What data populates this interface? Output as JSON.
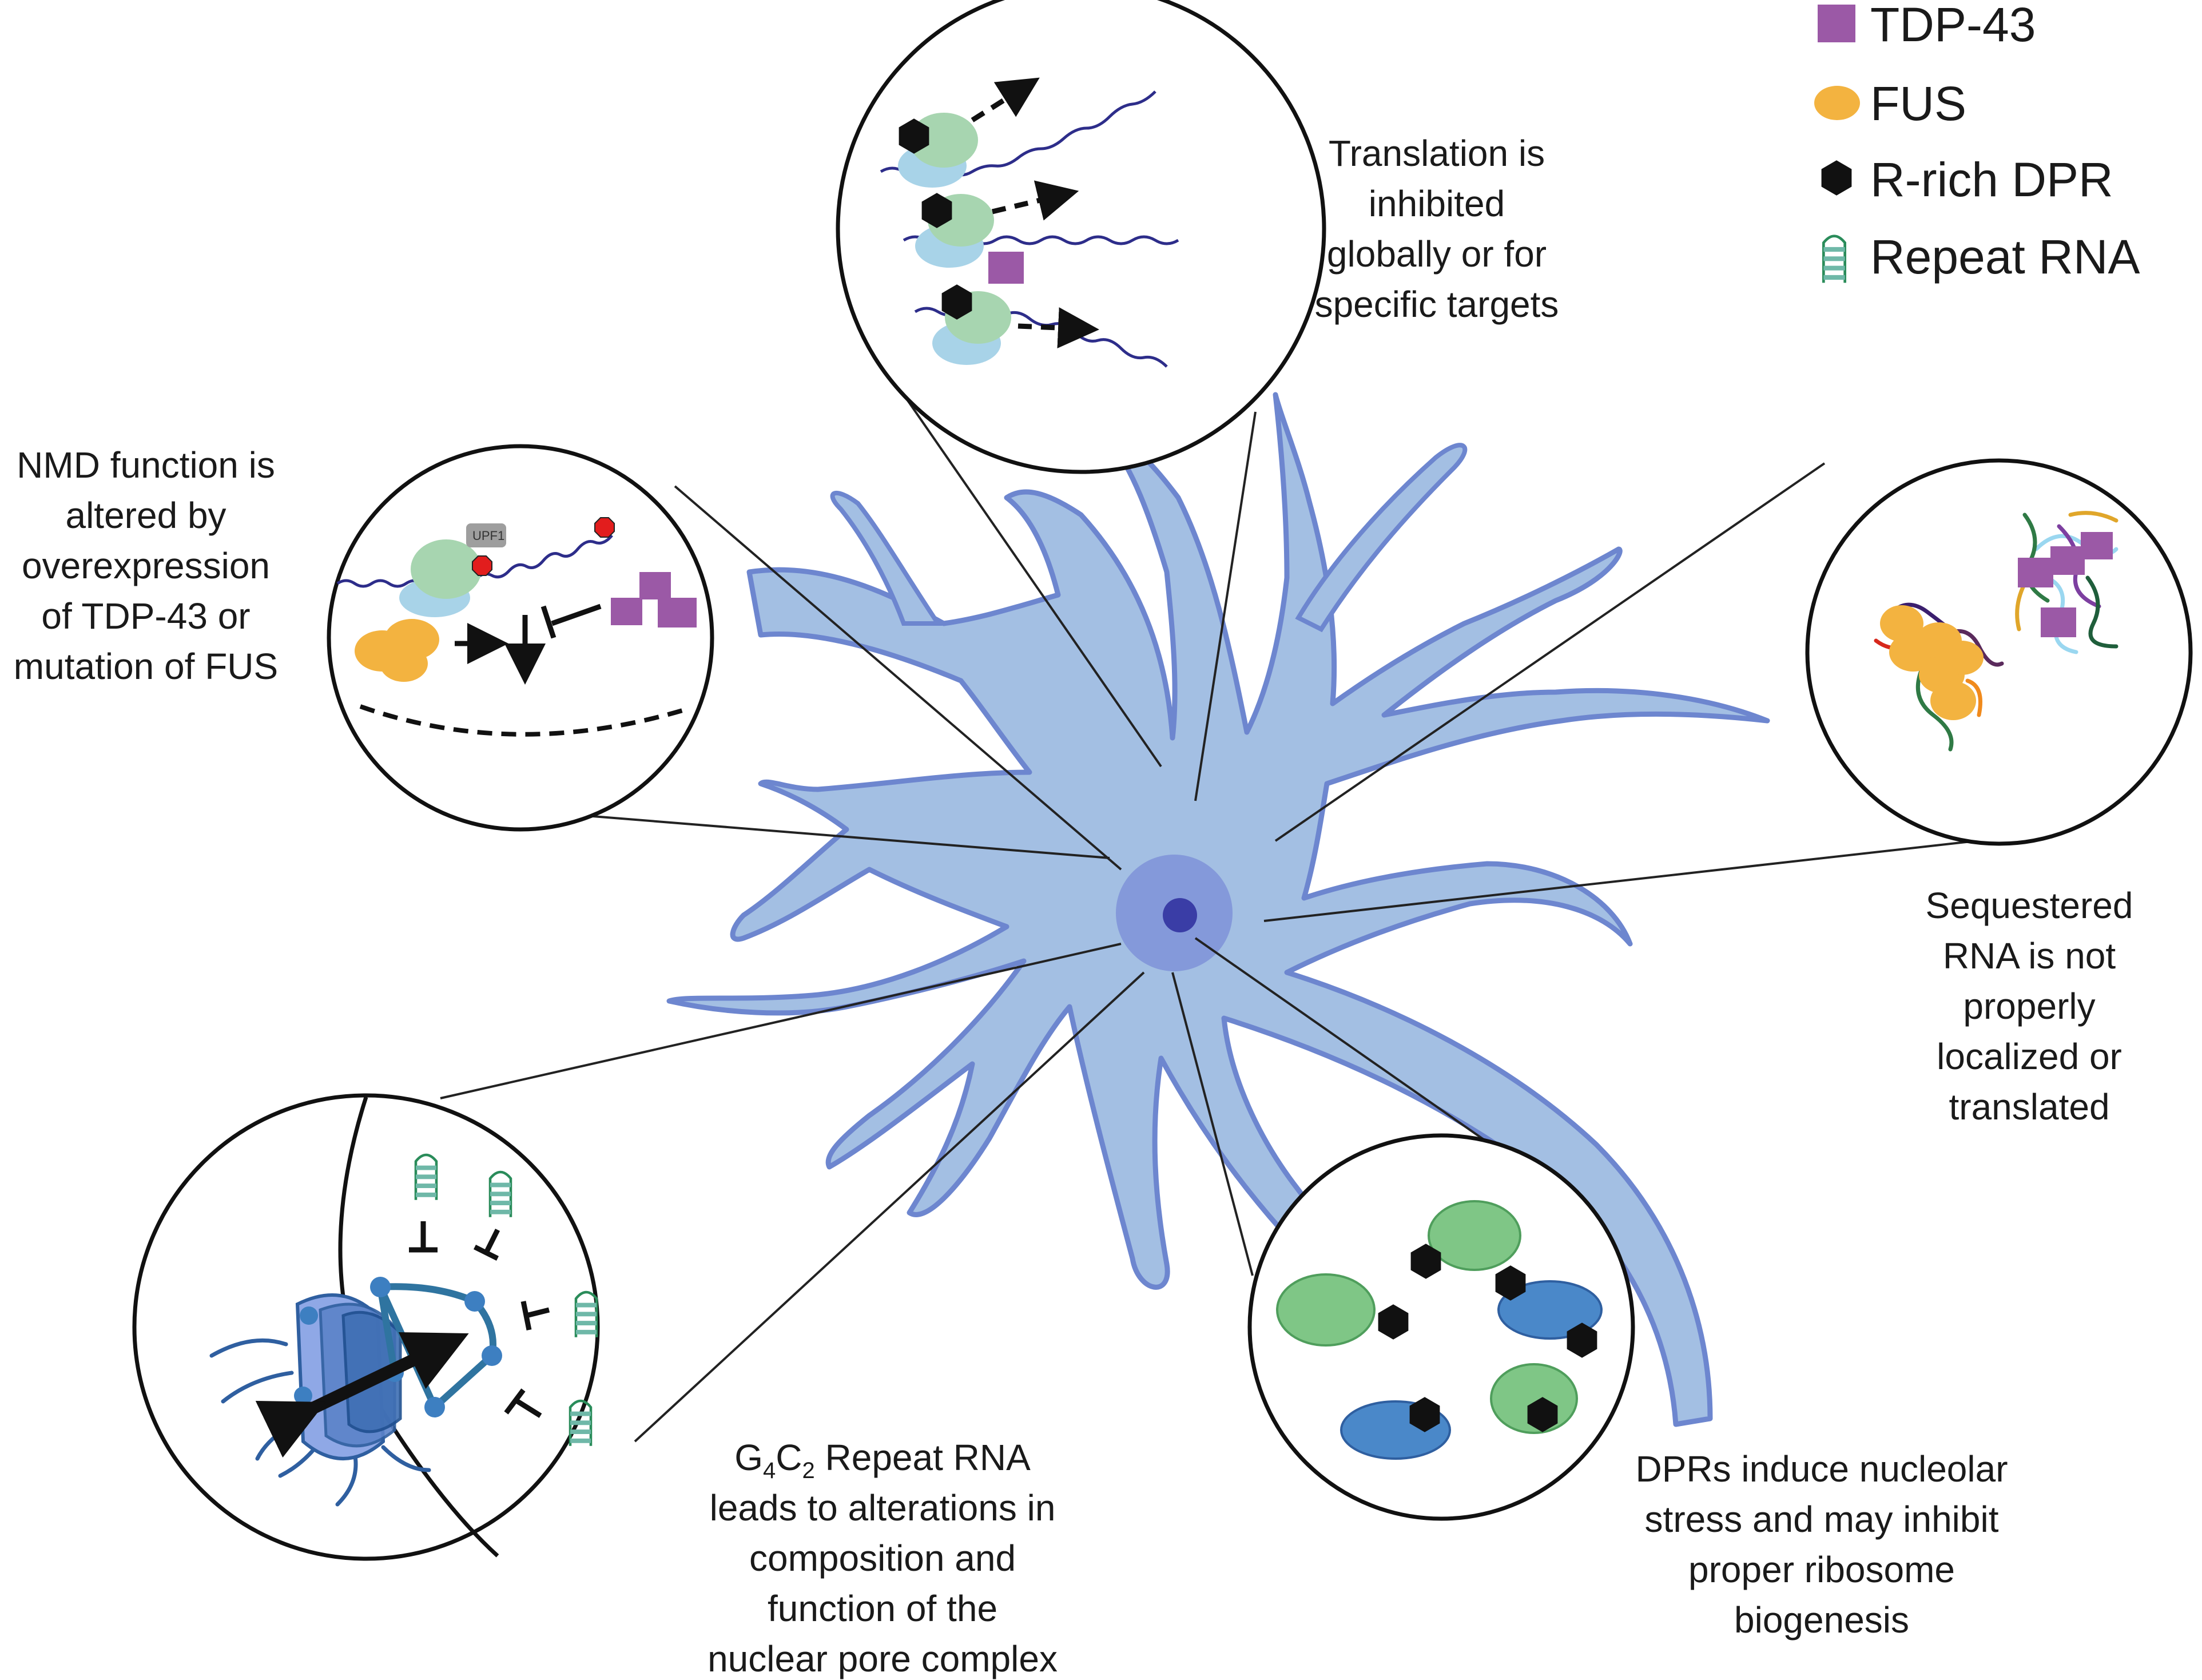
{
  "legend": {
    "tdp43": "TDP-43",
    "fus": "FUS",
    "rdpr": "R-rich DPR",
    "repeat_rna": "Repeat RNA"
  },
  "captions": {
    "translation": [
      "Translation is",
      "inhibited",
      "globally or for",
      "specific targets"
    ],
    "nmd": [
      "NMD function is",
      "altered by",
      "overexpression",
      "of TDP-43 or",
      "mutation of FUS"
    ],
    "sequestered": [
      "Sequestered",
      "RNA is not",
      "properly",
      "localized or",
      "translated"
    ],
    "g4c2": {
      "line1_a": "G",
      "line1_sub1": "4",
      "line1_b": "C",
      "line1_sub2": "2",
      "line1_c": " Repeat RNA",
      "rest": [
        "leads to alterations in",
        "composition and",
        "function of the",
        "nuclear pore complex"
      ]
    },
    "dpr": [
      "DPRs induce nucleolar",
      "stress and may inhibit",
      "proper ribosome",
      "biogenesis"
    ]
  },
  "labels": {
    "upf1": "UPF1"
  },
  "colors": {
    "tdp43": "#9b59a6",
    "fus": "#f3b340",
    "dpr": "#111111",
    "neuron_fill": "#a3bfe3",
    "neuron_outline": "#6d86cf",
    "nucleus": "#7f92d8",
    "nucleolus": "#3a3da6",
    "repeat_rna": "#6fb8a8"
  }
}
